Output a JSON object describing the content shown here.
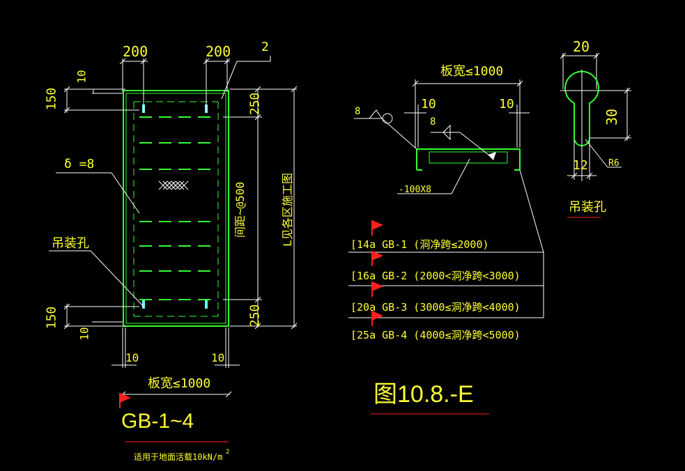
{
  "dims": {
    "top_left": "200",
    "top_right": "200",
    "callout": "2",
    "left_10_top": "10",
    "left_150_top": "150",
    "right_250_top": "250",
    "left_150_bot": "150",
    "left_10_bot": "10",
    "right_250_bot": "250",
    "bottom_10_left": "10",
    "bottom_10_right": "10",
    "board_width": "板宽≤1000",
    "delta": "δ =8",
    "spacing": "间距~@500",
    "length_note": "L见各区施工图",
    "lift_hole_label": "吊装孔"
  },
  "section": {
    "board_width": "板宽≤1000",
    "dim_10_left": "10",
    "dim_10_right": "10",
    "weld_8_a": "8",
    "weld_8_b": "8",
    "flat_bar": "-100X8"
  },
  "hole_detail": {
    "dim_20": "20",
    "dim_30": "30",
    "dim_12": "12",
    "radius": "R6",
    "label": "吊装孔"
  },
  "table": [
    "[14a GB-1 (洞净跨≤2000)",
    "[16a GB-2 (2000<洞净跨<3000)",
    "[20a GB-3 (3000≤洞净跨<4000)",
    "[25a GB-4 (4000≤洞净跨<5000)"
  ],
  "title": "GB-1~4",
  "subtitle": "适用于地面活载10kN/m",
  "subtitle_sup": "2",
  "figure_label": "图10.8.-E",
  "colors": {
    "white": "#ffffff",
    "green": "#33ff33",
    "yellow": "#ffff33",
    "red": "#ff2020",
    "cyan": "#66ffff"
  }
}
